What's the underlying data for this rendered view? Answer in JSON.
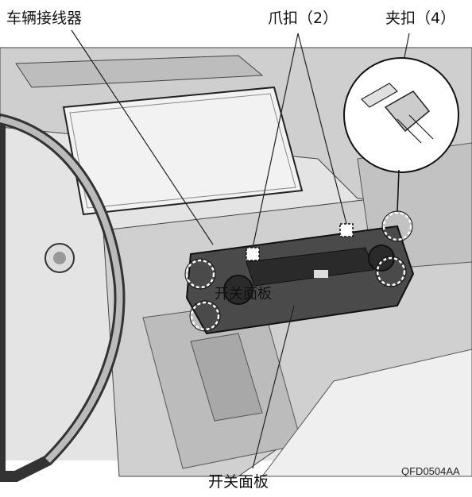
{
  "labels": {
    "vehicle_connector": "车辆接线器",
    "claw_clips": "爪扣（2）",
    "clip_clamps": "夹扣（4）",
    "switch_panel_inline": "开关面板",
    "switch_panel_bottom": "开关面板"
  },
  "figure_code": "QFD0504AA",
  "colors": {
    "line": "#222222",
    "panel_fill": "#4a4a4a",
    "panel_dark": "#2a2a2a",
    "background_fill": "#d8d8d8",
    "light_fill": "#eeeeee"
  }
}
